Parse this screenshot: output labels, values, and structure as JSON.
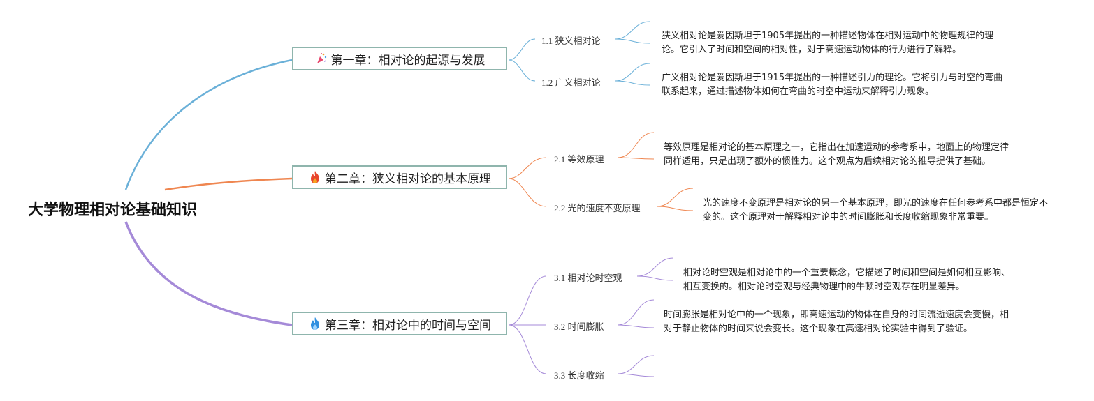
{
  "root": {
    "title": "大学物理相对论基础知识"
  },
  "colors": {
    "chapter1": "#6ab0d8",
    "chapter2": "#ef8650",
    "chapter3": "#a58ad8",
    "chapter_border": "#8fb5ad"
  },
  "chapters": [
    {
      "title": "第一章：相对论的起源与发展",
      "icon": "party-popper-icon",
      "sections": [
        {
          "label": "1.1 狭义相对论",
          "desc": "狭义相对论是爱因斯坦于1905年提出的一种描述物体在相对运动中的物理规律的理论。它引入了时间和空间的相对性，对于高速运动物体的行为进行了解释。"
        },
        {
          "label": "1.2 广义相对论",
          "desc": "广义相对论是爱因斯坦于1915年提出的一种描述引力的理论。它将引力与时空的弯曲联系起来，通过描述物体如何在弯曲的时空中运动来解释引力现象。"
        }
      ]
    },
    {
      "title": "第二章：狭义相对论的基本原理",
      "icon": "fire-icon",
      "sections": [
        {
          "label": "2.1 等效原理",
          "desc": "等效原理是相对论的基本原理之一，它指出在加速运动的参考系中，地面上的物理定律同样适用，只是出现了额外的惯性力。这个观点为后续相对论的推导提供了基础。"
        },
        {
          "label": "2.2 光的速度不变原理",
          "desc": "光的速度不变原理是相对论的另一个基本原理，即光的速度在任何参考系中都是恒定不变的。这个原理对于解释相对论中的时间膨胀和长度收缩现象非常重要。"
        }
      ]
    },
    {
      "title": "第三章：相对论中的时间与空间",
      "icon": "blue-flame-icon",
      "sections": [
        {
          "label": "3.1 相对论时空观",
          "desc": "相对论时空观是相对论中的一个重要概念，它描述了时间和空间是如何相互影响、相互变换的。相对论时空观与经典物理中的牛顿时空观存在明显差异。"
        },
        {
          "label": "3.2 时间膨胀",
          "desc": "时间膨胀是相对论中的一个现象，即高速运动的物体在自身的时间流逝速度会变慢，相对于静止物体的时间来说会变长。这个现象在高速相对论实验中得到了验证。"
        },
        {
          "label": "3.3 长度收缩",
          "desc": ""
        }
      ]
    }
  ]
}
